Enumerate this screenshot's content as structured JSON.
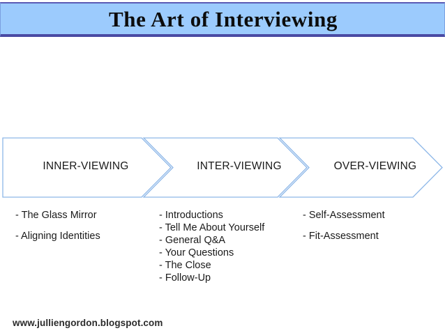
{
  "slide": {
    "title": "The Art of Interviewing",
    "background_color": "#ffffff",
    "footer_url": "www.julliengordon.blogspot.com"
  },
  "title_banner": {
    "fill_color": "#9ccbfd",
    "border_color": "#4a4aa3"
  },
  "process_band": {
    "outline_color": "#8db7e8",
    "fill_color": "#ffffff",
    "stages": [
      {
        "label": "INNER-VIEWING"
      },
      {
        "label": "INTER-VIEWING"
      },
      {
        "label": "OVER-VIEWING"
      }
    ]
  },
  "columns": [
    {
      "stage": "INNER-VIEWING",
      "items": [
        "- The Glass Mirror",
        "- Aligning Identities"
      ]
    },
    {
      "stage": "INTER-VIEWING",
      "items": [
        "- Introductions",
        "- Tell Me About Yourself",
        "- General Q&A",
        "- Your Questions",
        "- The Close",
        "- Follow-Up"
      ]
    },
    {
      "stage": "OVER-VIEWING",
      "items": [
        "- Self-Assessment",
        "- Fit-Assessment"
      ]
    }
  ]
}
